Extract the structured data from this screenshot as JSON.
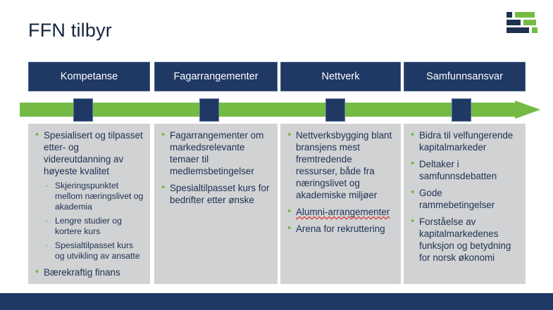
{
  "slide": {
    "title": "FFN tilbyr",
    "colors": {
      "navy": "#1f3864",
      "green": "#74bb44",
      "panel_gray": "#d0d2d4",
      "text_navy": "#1f3050",
      "background": "#ffffff"
    }
  },
  "logo": {
    "name": "ffn-logo",
    "rows": [
      {
        "dark_width": "small",
        "green_width": "large"
      },
      {
        "dark_width": "medium",
        "green_width": "medium"
      },
      {
        "dark_width": "large",
        "green_width": "small"
      }
    ]
  },
  "columns": [
    {
      "header": "Kompetanse",
      "bullets": [
        {
          "text": "Spesialisert og tilpasset etter- og videreutdanning av høyeste kvalitet",
          "sub": [
            "Skjeringspunktet mellom næringslivet og akademia",
            "Lengre studier og kortere kurs",
            "Spesialtilpasset kurs og utvikling av ansatte"
          ]
        },
        {
          "text": "Bærekraftig finans",
          "sub": []
        }
      ]
    },
    {
      "header": "Fagarrangementer",
      "bullets": [
        {
          "text": "Fagarrangementer om markedsrelevante temaer til medlemsbetingelser",
          "sub": []
        },
        {
          "text": "Spesialtilpasset kurs for bedrifter etter ønske",
          "sub": []
        }
      ]
    },
    {
      "header": "Nettverk",
      "bullets": [
        {
          "text": "Nettverksbygging blant bransjens mest fremtredende ressurser, både fra næringslivet og akademiske miljøer",
          "sub": []
        },
        {
          "text": "Alumni-arrangementer",
          "sub": [],
          "spellcheck_flag": true
        },
        {
          "text": "Arena for rekruttering",
          "sub": []
        }
      ]
    },
    {
      "header": "Samfunnsansvar",
      "bullets": [
        {
          "text": "Bidra til velfungerende kapitalmarkeder",
          "sub": []
        },
        {
          "text": "Deltaker i samfunnsdebatten",
          "sub": []
        },
        {
          "text": "Gode rammebetingelser",
          "sub": []
        },
        {
          "text": "Forståelse av kapitalmarkedenes funksjon og betydning for norsk økonomi",
          "sub": []
        }
      ]
    }
  ]
}
